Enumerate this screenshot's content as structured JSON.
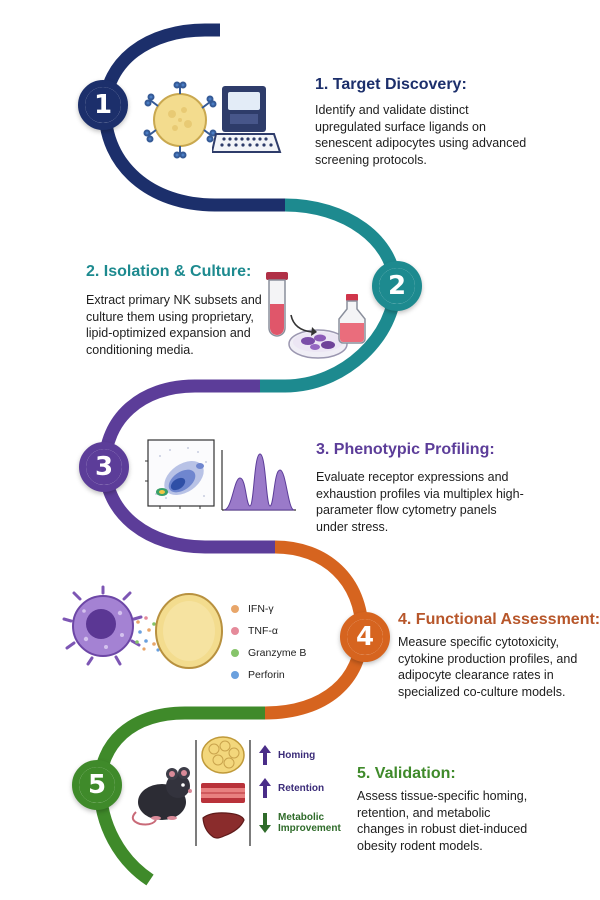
{
  "colors": {
    "step1": "#1c2f6b",
    "step2": "#1d8a8f",
    "step3": "#5c3d99",
    "step4": "#d6641f",
    "step5": "#3f8a2a",
    "text": "#1d1d1d"
  },
  "steps": [
    {
      "number": "1",
      "title": "1. Target Discovery:",
      "description": "Identify and validate distinct upregulated surface ligands on senescent adipocytes using advanced screening protocols."
    },
    {
      "number": "2",
      "title": "2. Isolation & Culture:",
      "description": "Extract primary NK subsets and culture them using proprietary, lipid-optimized expansion and conditioning media."
    },
    {
      "number": "3",
      "title": "3. Phenotypic Profiling:",
      "description": "Evaluate receptor expressions and exhaustion profiles via multiplex high-parameter flow cytometry panels under stress."
    },
    {
      "number": "4",
      "title": "4. Functional Assessment:",
      "description": "Measure specific cytotoxicity, cytokine production profiles, and adipocyte clearance rates in specialized co-culture models."
    },
    {
      "number": "5",
      "title": "5. Validation:",
      "description": "Assess tissue-specific homing, retention, and metabolic changes in robust diet-induced obesity rodent models."
    }
  ],
  "cytokines": [
    {
      "label": "IFN-γ",
      "color": "#e8a66a"
    },
    {
      "label": "TNF-α",
      "color": "#e58a9a"
    },
    {
      "label": "Granzyme B",
      "color": "#86c46a"
    },
    {
      "label": "Perforin",
      "color": "#6aa0de"
    }
  ],
  "validation_labels": [
    {
      "label": "Homing",
      "direction": "up"
    },
    {
      "label": "Retention",
      "direction": "up"
    },
    {
      "label": "Metabolic Improvement",
      "direction": "down"
    }
  ],
  "icons": [
    "adipocyte-cell-icon",
    "plate-reader-icon",
    "test-tube-icon",
    "flask-icon",
    "petri-dish-icon",
    "flow-cytometry-plot-icon",
    "histogram-icon",
    "nk-cell-icon",
    "adipose-tissue-icon",
    "blood-vessel-icon",
    "liver-icon",
    "mouse-icon"
  ]
}
